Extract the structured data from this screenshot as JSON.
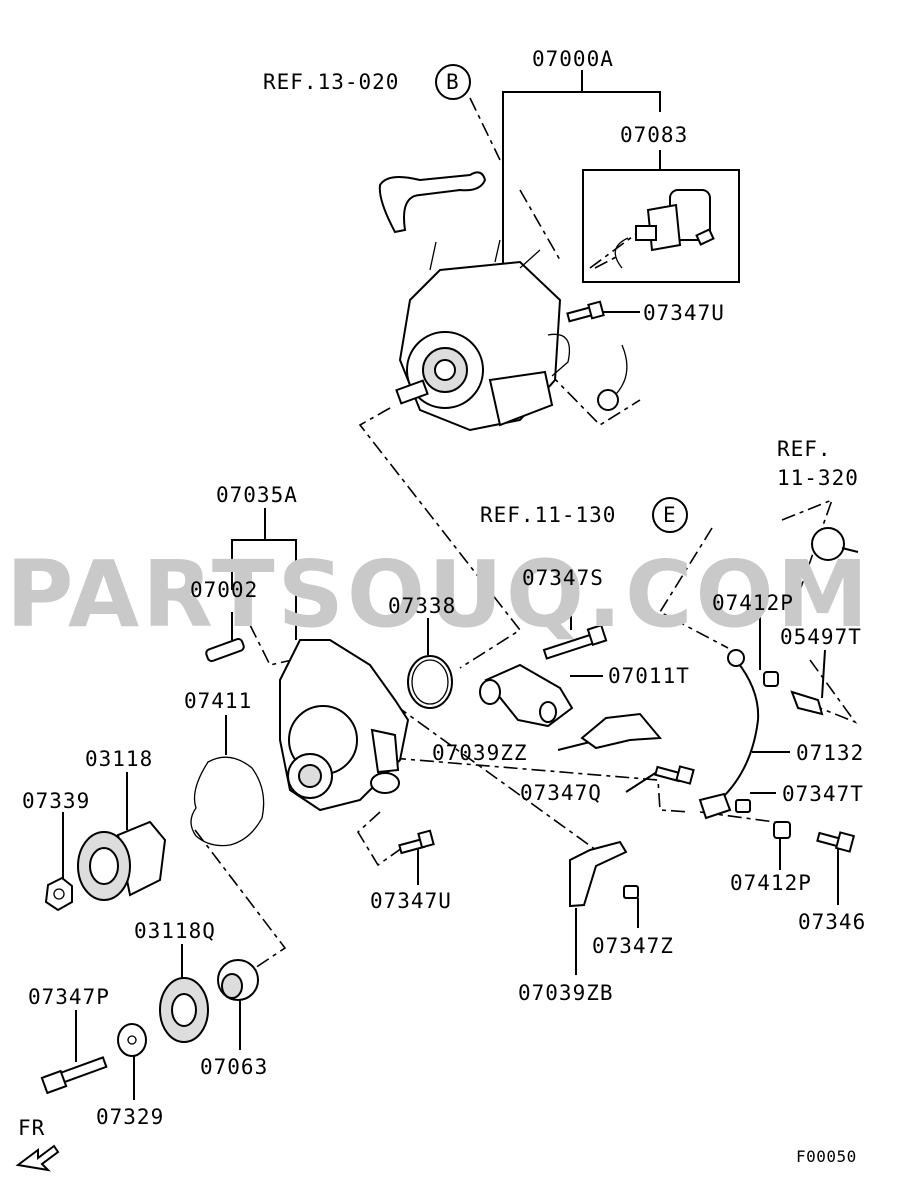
{
  "watermark": "PARTSOUQ.COM",
  "figure_code": "F00050",
  "direction_label": "FR",
  "refs": {
    "ref_b": {
      "text": "REF.13-020",
      "circle": "B"
    },
    "ref_e": {
      "text": "REF.11-130",
      "circle": "E"
    },
    "ref_11_320_line1": "REF.",
    "ref_11_320_line2": "11-320"
  },
  "labels": {
    "p07000A": "07000A",
    "p07083": "07083",
    "p07347U_top": "07347U",
    "p07035A": "07035A",
    "p07002": "07002",
    "p07338": "07338",
    "p07347S": "07347S",
    "p07412P_top": "07412P",
    "p05497T": "05497T",
    "p07011T": "07011T",
    "p07411": "07411",
    "p03118": "03118",
    "p07339": "07339",
    "p07039ZZ": "07039ZZ",
    "p07132": "07132",
    "p07347Q": "07347Q",
    "p07347T": "07347T",
    "p07347U_bottom": "07347U",
    "p07412P_bottom": "07412P",
    "p07346": "07346",
    "p07347Z": "07347Z",
    "p03118Q": "03118Q",
    "p07039ZB": "07039ZB",
    "p07347P": "07347P",
    "p07063": "07063",
    "p07329": "07329"
  }
}
